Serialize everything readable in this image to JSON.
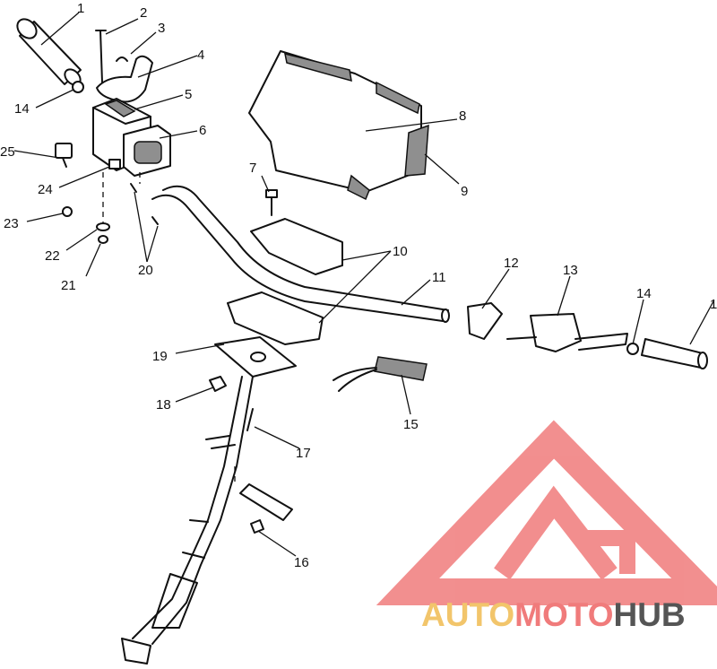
{
  "callouts": [
    {
      "id": "c1",
      "text": "1"
    },
    {
      "id": "c2",
      "text": "2"
    },
    {
      "id": "c3",
      "text": "3"
    },
    {
      "id": "c4",
      "text": "4"
    },
    {
      "id": "c5",
      "text": "5"
    },
    {
      "id": "c6",
      "text": "6"
    },
    {
      "id": "c7",
      "text": "7"
    },
    {
      "id": "c8",
      "text": "8"
    },
    {
      "id": "c9",
      "text": "9"
    },
    {
      "id": "c10",
      "text": "10"
    },
    {
      "id": "c11",
      "text": "11"
    },
    {
      "id": "c12",
      "text": "12"
    },
    {
      "id": "c13",
      "text": "13"
    },
    {
      "id": "c14a",
      "text": "14"
    },
    {
      "id": "c14b",
      "text": "14"
    },
    {
      "id": "c15",
      "text": "15"
    },
    {
      "id": "c16",
      "text": "16"
    },
    {
      "id": "c17",
      "text": "17"
    },
    {
      "id": "c18",
      "text": "18"
    },
    {
      "id": "c19",
      "text": "19"
    },
    {
      "id": "c20",
      "text": "20"
    },
    {
      "id": "c21",
      "text": "21"
    },
    {
      "id": "c22",
      "text": "22"
    },
    {
      "id": "c23",
      "text": "23"
    },
    {
      "id": "c24",
      "text": "24"
    },
    {
      "id": "c25",
      "text": "25"
    },
    {
      "id": "c1b",
      "text": "1"
    }
  ],
  "watermark": {
    "part1": "AUTO",
    "part2": "MOTO",
    "part3": "HUB",
    "color1": "#f2c56b",
    "color2": "#f07b7b",
    "color3": "#555555",
    "logo_color": "#f07b7b"
  },
  "line_color": "#111111",
  "shade_color": "#8f8f8f"
}
